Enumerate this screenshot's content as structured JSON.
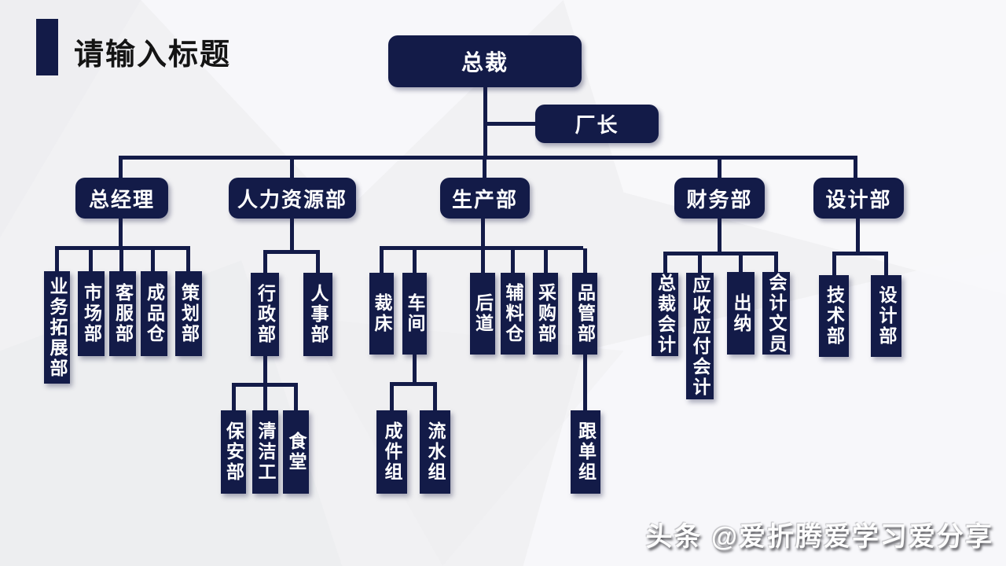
{
  "slide": {
    "title": "请输入标题",
    "watermark": "头条 @爱折腾爱学习爱分享"
  },
  "colors": {
    "node_navy": "#131b48",
    "background": "#f1f1f3",
    "title_text": "#141414",
    "node_text": "#ffffff"
  },
  "org": {
    "root": {
      "label": "总裁"
    },
    "vice": {
      "label": "厂长"
    },
    "departments": [
      {
        "label": "总经理",
        "children": [
          {
            "label": "业务拓展部"
          },
          {
            "label": "市场部"
          },
          {
            "label": "客服部"
          },
          {
            "label": "成品仓"
          },
          {
            "label": "策划部"
          }
        ]
      },
      {
        "label": "人力资源部",
        "children": [
          {
            "label": "行政部",
            "children": [
              {
                "label": "保安部"
              },
              {
                "label": "清洁工"
              },
              {
                "label": "食堂"
              }
            ]
          },
          {
            "label": "人事部"
          }
        ]
      },
      {
        "label": "生产部",
        "children": [
          {
            "label": "裁床"
          },
          {
            "label": "车间",
            "children": [
              {
                "label": "成件组"
              },
              {
                "label": "流水组"
              }
            ]
          },
          {
            "label": "后道"
          },
          {
            "label": "辅料仓"
          },
          {
            "label": "采购部"
          },
          {
            "label": "品管部",
            "children": [
              {
                "label": "跟单组"
              }
            ]
          }
        ]
      },
      {
        "label": "财务部",
        "children": [
          {
            "label": "总裁会计"
          },
          {
            "label": "应收应付会计"
          },
          {
            "label": "出纳"
          },
          {
            "label": "会计文员"
          }
        ]
      },
      {
        "label": "设计部",
        "children": [
          {
            "label": "技术部"
          },
          {
            "label": "设计部"
          }
        ]
      }
    ]
  }
}
